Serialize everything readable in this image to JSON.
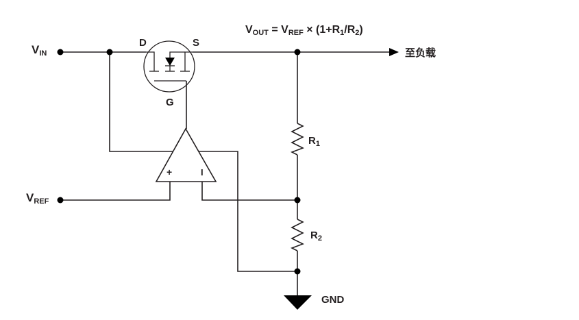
{
  "diagram": {
    "type": "LDO linear regulator schematic",
    "colors": {
      "line": "#231f20",
      "background": "#ffffff"
    },
    "labels": {
      "vin": {
        "main": "V",
        "sub": "IN"
      },
      "vref": {
        "main": "V",
        "sub": "REF"
      },
      "drain": "D",
      "source": "S",
      "gate": "G",
      "r1": {
        "main": "R",
        "sub": "1"
      },
      "r2": {
        "main": "R",
        "sub": "2"
      },
      "gnd": "GND",
      "to_load": "至负载",
      "opamp_plus": "+",
      "opamp_minus": "I"
    },
    "formula": {
      "v": "V",
      "out": "OUT",
      "eq": " = V",
      "ref": "REF",
      "mid": " × (1+R",
      "one": "1",
      "slash": "/R",
      "two": "2",
      "close": ")"
    }
  }
}
